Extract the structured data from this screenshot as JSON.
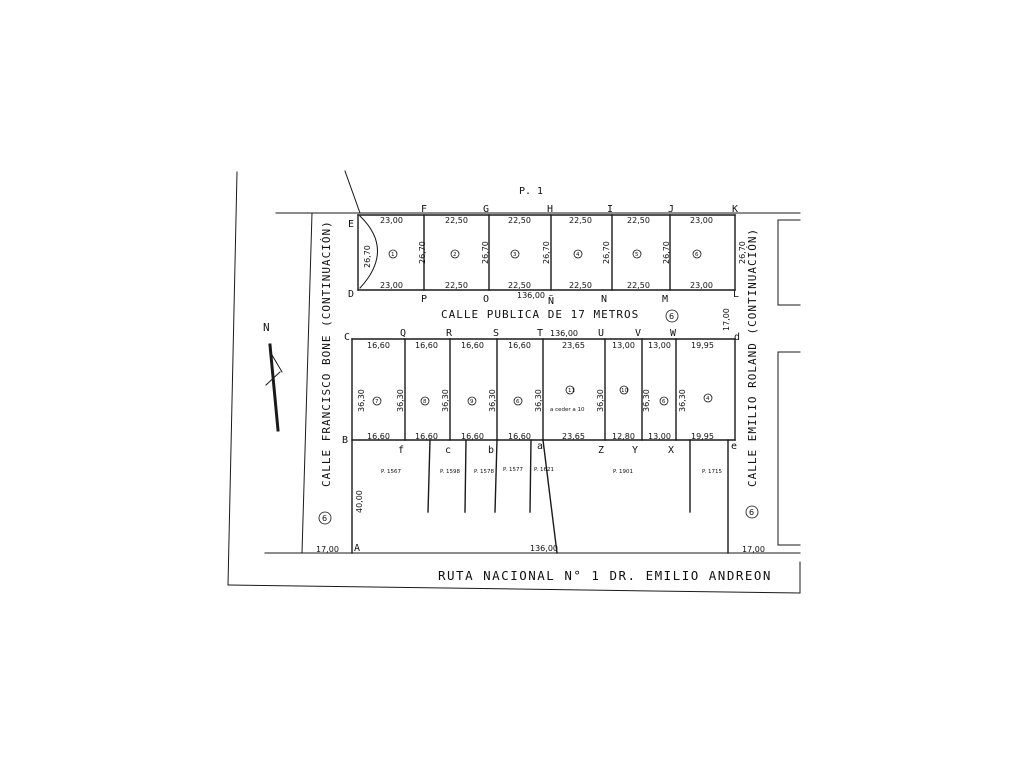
{
  "plan": {
    "top_label": "P. 1",
    "street_top": "CALLE PUBLICA DE 17 METROS",
    "street_left": "CALLE FRANCISCO BONE (CONTINUACIÓN)",
    "street_right": "CALLE EMILIO ROLAND (CONTINUACIÓN)",
    "route": "RUTA NACIONAL N° 1 DR. EMILIO ANDREON",
    "north": "N",
    "top_block": {
      "top_letters": [
        "E",
        "F",
        "G",
        "H",
        "I",
        "J",
        "K"
      ],
      "bottom_letters": [
        "D",
        "P",
        "O",
        "Ñ",
        "N",
        "M",
        "L"
      ],
      "top_dims": [
        "23,00",
        "22,50",
        "22,50",
        "22,50",
        "22,50",
        "23,00"
      ],
      "bottom_dims": [
        "23,00",
        "22,50",
        "22,50",
        "22,50",
        "22,50",
        "23,00"
      ],
      "total": "136,00",
      "depths": [
        "26,70",
        "26,70",
        "26,70",
        "26,70",
        "26,70",
        "26,70",
        "26,70"
      ],
      "lots": [
        "1",
        "2",
        "3",
        "4",
        "5",
        "6"
      ]
    },
    "bottom_block": {
      "top_letters": [
        "C",
        "Q",
        "R",
        "S",
        "T",
        "U",
        "V",
        "W",
        "d"
      ],
      "bottom_letters": [
        "B",
        "f",
        "c",
        "b",
        "a",
        "Z",
        "Y",
        "X",
        "e"
      ],
      "top_dims": [
        "16,60",
        "16,60",
        "16,60",
        "16,60",
        "23,65",
        "13,00",
        "13,00",
        "19,95"
      ],
      "bottom_dims": [
        "16,60",
        "16,60",
        "16,60",
        "16,60",
        "23,65",
        "12,80",
        "13,00",
        "19,95"
      ],
      "total": "136,00",
      "depths": [
        "36,30",
        "36,30",
        "36,30",
        "36,30",
        "36,30",
        "36,30",
        "36,30",
        "36,30"
      ],
      "lots": [
        "7",
        "8",
        "9",
        "6",
        "11",
        "10",
        "6",
        "4"
      ],
      "note": "a ceder a 10"
    },
    "parcels": [
      "P. 1567",
      "P. 1598",
      "P. 1578",
      "P. 1577",
      "P. 1621",
      "P. 1901",
      "P. 1715"
    ],
    "dims": {
      "right_width": "17,00",
      "left_depth": "40,00",
      "bottom_total": "136,00",
      "left_bottom_width": "17,00",
      "right_bottom_width": "17,00"
    },
    "corner_A": "A",
    "marker_symbol": "6"
  }
}
